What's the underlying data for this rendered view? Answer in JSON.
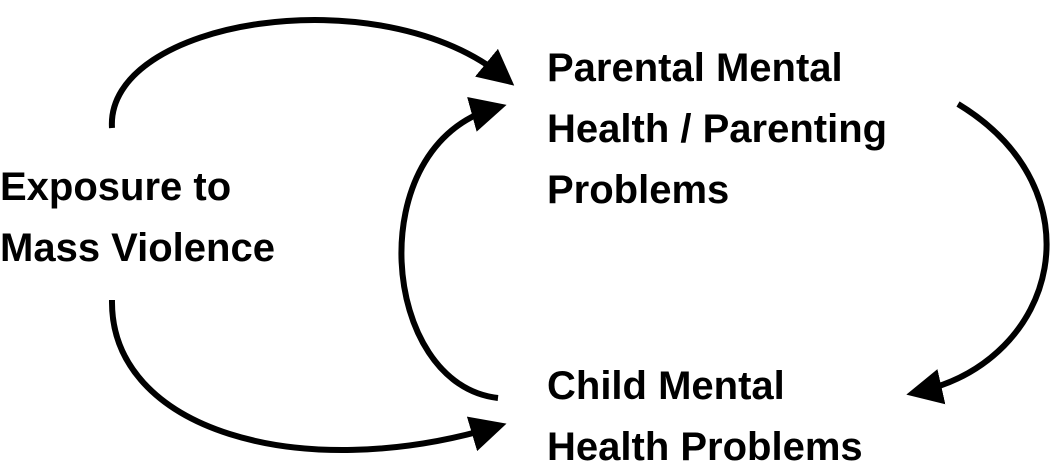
{
  "nodes": {
    "exposure": {
      "lines": [
        "Exposure to",
        "Mass Violence"
      ]
    },
    "parental": {
      "lines": [
        "Parental Mental",
        "Health / Parenting",
        "Problems"
      ]
    },
    "child": {
      "lines": [
        "Child Mental",
        "Health Problems"
      ]
    }
  },
  "edges": [
    {
      "from": "Exposure to Mass Violence",
      "to": "Parental Mental Health / Parenting Problems"
    },
    {
      "from": "Exposure to Mass Violence",
      "to": "Child Mental Health Problems"
    },
    {
      "from": "Parental Mental Health / Parenting Problems",
      "to": "Child Mental Health Problems"
    },
    {
      "from": "Child Mental Health Problems",
      "to": "Parental Mental Health / Parenting Problems"
    }
  ],
  "colors": {
    "ink": "#000000",
    "background": "#ffffff"
  }
}
